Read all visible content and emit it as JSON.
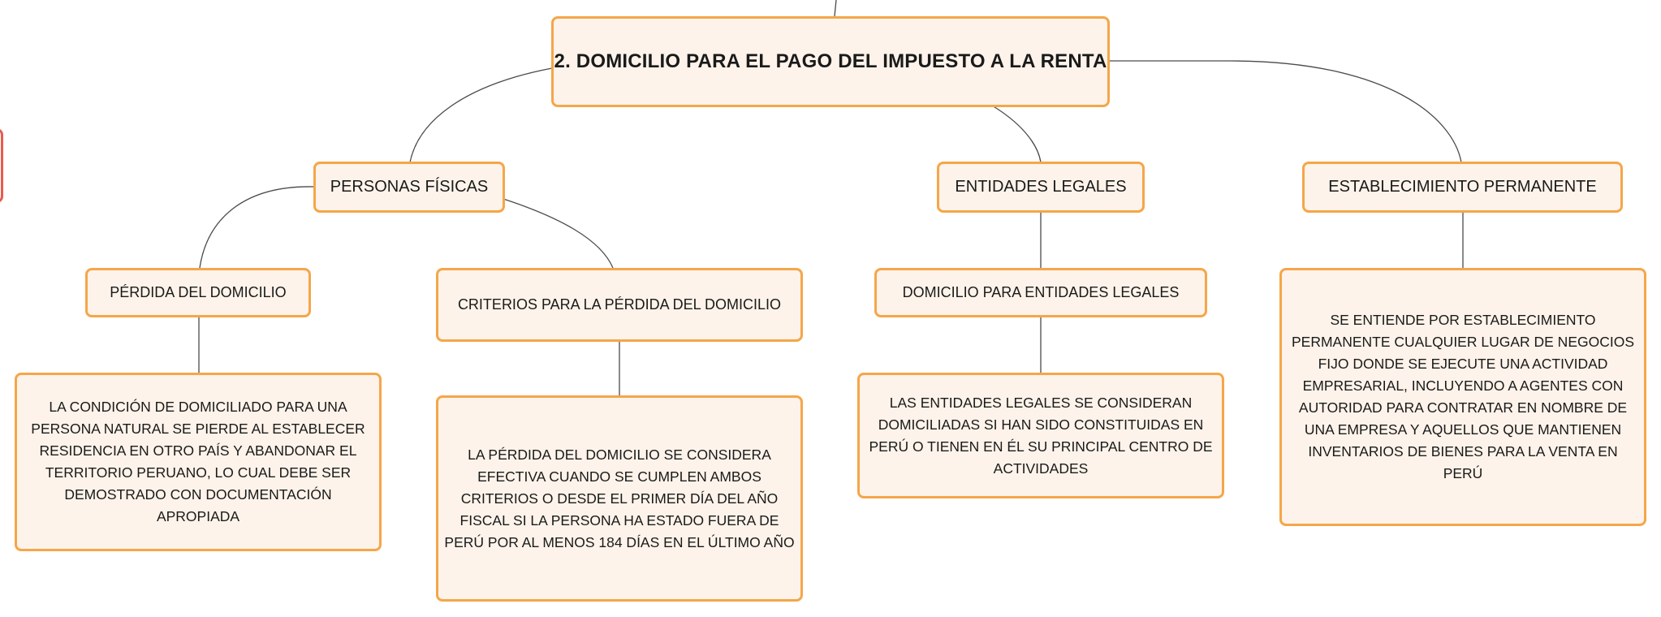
{
  "mindmap": {
    "root": {
      "text": "2. DOMICILIO PARA EL PAGO DEL IMPUESTO A LA RENTA"
    },
    "branches": [
      {
        "text": "PERSONAS FÍSICAS",
        "children": [
          {
            "text": "PÉRDIDA DEL DOMICILIO",
            "detail": "LA CONDICIÓN DE DOMICILIADO PARA UNA PERSONA NATURAL SE PIERDE AL ESTABLECER RESIDENCIA EN OTRO PAÍS Y ABANDONAR EL TERRITORIO PERUANO, LO CUAL DEBE SER DEMOSTRADO CON DOCUMENTACIÓN APROPIADA"
          },
          {
            "text": "CRITERIOS PARA LA PÉRDIDA DEL DOMICILIO",
            "detail": "LA PÉRDIDA DEL DOMICILIO SE CONSIDERA EFECTIVA CUANDO SE CUMPLEN AMBOS CRITERIOS O DESDE EL PRIMER DÍA DEL AÑO FISCAL SI LA PERSONA HA ESTADO FUERA DE PERÚ POR AL MENOS 184 DÍAS EN EL ÚLTIMO AÑO"
          }
        ]
      },
      {
        "text": "ENTIDADES LEGALES",
        "children": [
          {
            "text": "DOMICILIO PARA ENTIDADES LEGALES",
            "detail": "LAS ENTIDADES LEGALES SE CONSIDERAN DOMICILIADAS SI HAN SIDO CONSTITUIDAS EN PERÚ O TIENEN EN ÉL SU PRINCIPAL CENTRO DE ACTIVIDADES"
          }
        ]
      },
      {
        "text": "ESTABLECIMIENTO PERMANENTE",
        "detail": "SE ENTIENDE POR ESTABLECIMIENTO PERMANENTE CUALQUIER LUGAR DE NEGOCIOS FIJO DONDE SE EJECUTE UNA ACTIVIDAD EMPRESARIAL, INCLUYENDO A AGENTES CON AUTORIDAD PARA CONTRATAR EN NOMBRE DE UNA EMPRESA Y AQUELLOS QUE MANTIENEN INVENTARIOS DE BIENES PARA LA VENTA EN PERÚ"
      }
    ]
  },
  "colors": {
    "node_fill": "#fdf3ea",
    "node_border": "#f5a649",
    "connector": "#4a4a4a",
    "offscreen_node_border": "#e85b4c"
  }
}
